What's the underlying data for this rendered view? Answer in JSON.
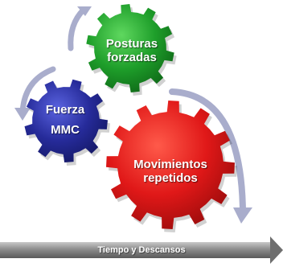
{
  "gears": {
    "posturas": {
      "line1": "Posturas",
      "line2": "forzadas",
      "color": "#1a9a2a"
    },
    "fuerza": {
      "line1": "Fuerza",
      "line2": "MMC",
      "color": "#2b2f9e"
    },
    "movimientos": {
      "line1": "Movimientos",
      "line2": "repetidos",
      "color": "#e01818"
    }
  },
  "timeline": {
    "label": "Tiempo y Descansos"
  }
}
